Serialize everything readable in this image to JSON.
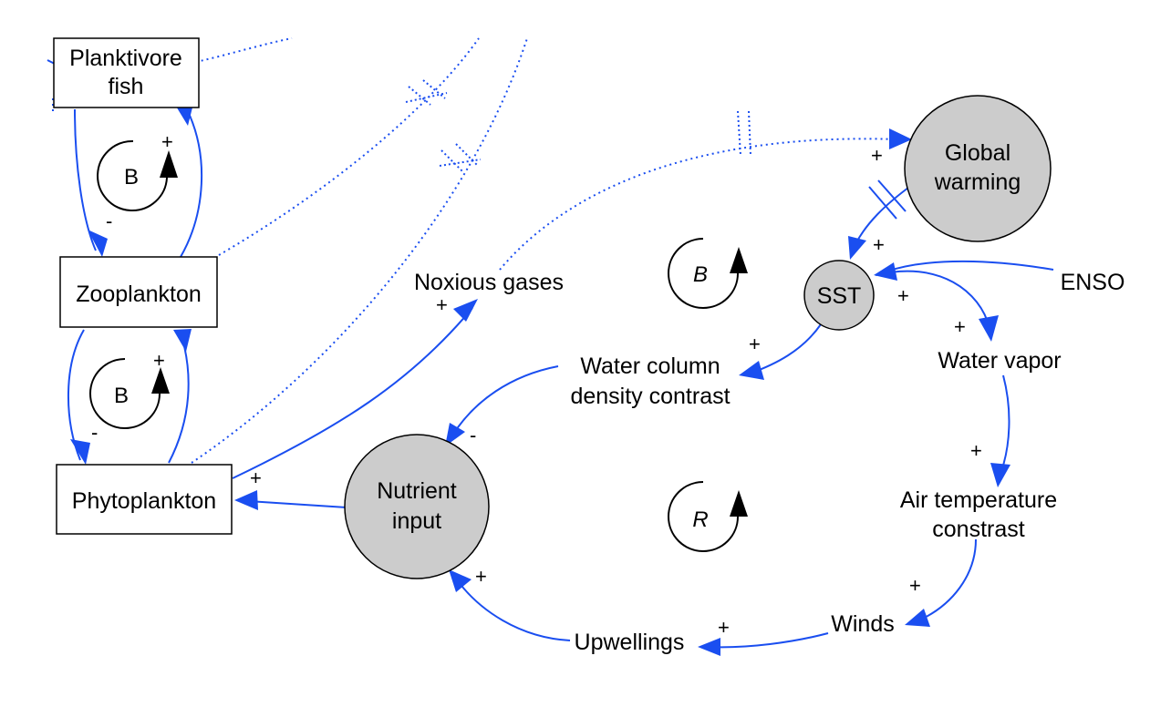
{
  "nodes": {
    "planktivore_fish": [
      "Planktivore",
      "fish"
    ],
    "zooplankton": "Zooplankton",
    "phytoplankton": "Phytoplankton",
    "noxious_gases": "Noxious gases",
    "nutrient_input": [
      "Nutrient",
      "input"
    ],
    "global_warming": [
      "Global",
      "warming"
    ],
    "sst": "SST",
    "enso": "ENSO",
    "water_vapor": "Water vapor",
    "water_column": [
      "Water column",
      "density contrast"
    ],
    "air_temperature": [
      "Air temperature",
      "constrast"
    ],
    "winds": "Winds",
    "upwellings": "Upwellings"
  },
  "loops": {
    "fish_zoo": "B",
    "zoo_phyto": "B",
    "center_top": "B",
    "center_bottom": "R"
  },
  "signs": {
    "plus": "+",
    "minus": "-"
  },
  "colors": {
    "link": "#1a4ef0",
    "circle_fill": "#cccccc",
    "stroke": "#000000"
  }
}
